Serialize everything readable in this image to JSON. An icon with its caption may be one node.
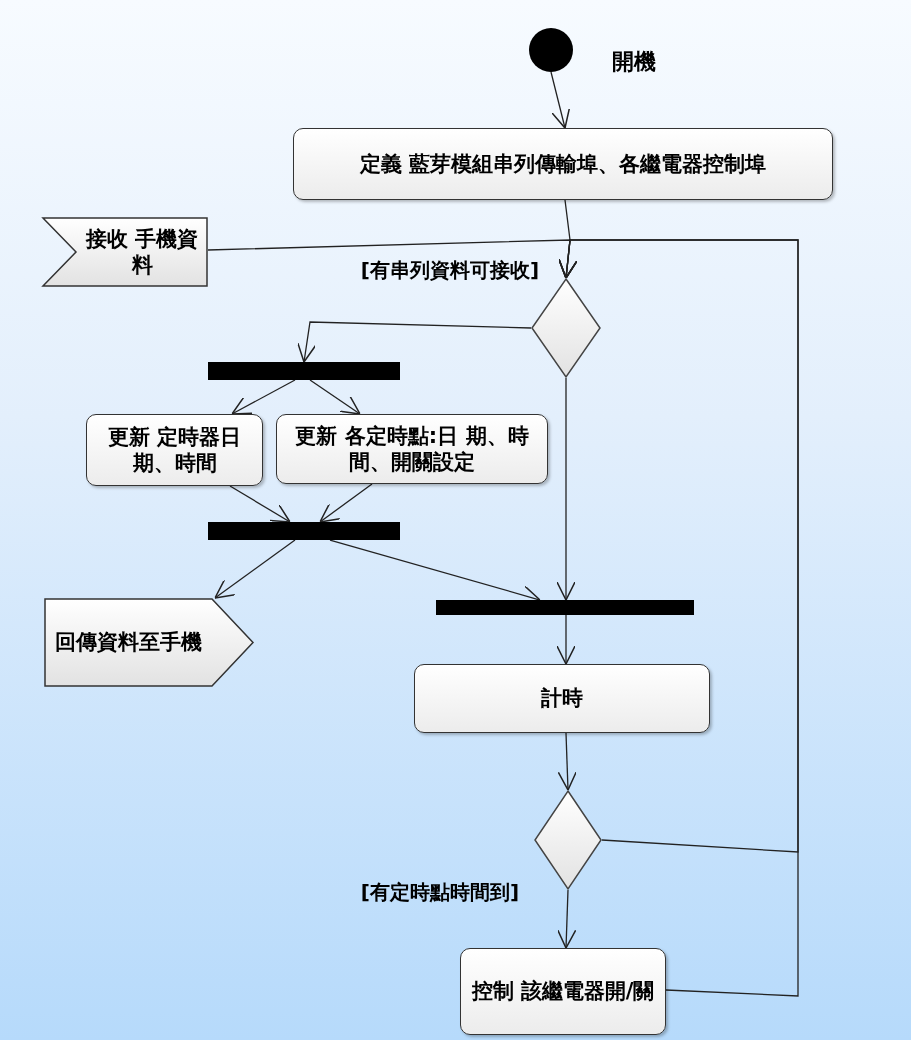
{
  "diagram": {
    "nodes": [
      {
        "text": [],
        "shape": "circle",
        "beside": [
          "開機"
        ]
      },
      {
        "text": [
          "定義 藍芽模組串列傳輸埠、各繼電器控制埠"
        ]
      },
      {
        "text": [
          "接收 手機資料"
        ]
      },
      {
        "text": [],
        "shape": "diamond"
      },
      {
        "text": [],
        "shape": "bar"
      },
      {
        "text": [
          "更新 定時器日期、時間"
        ]
      },
      {
        "text": [
          "更新 各定時點:日 期、時間、開關設定"
        ]
      },
      {
        "text": [],
        "shape": "bar"
      },
      {
        "text": [
          "回傳資料至手機"
        ]
      },
      {
        "text": [],
        "shape": "bar"
      },
      {
        "text": [
          "計時"
        ]
      },
      {
        "text": [],
        "shape": "diamond"
      },
      {
        "text": [
          "控制 該繼電器開/關"
        ]
      }
    ],
    "edges": [
      {
        "from": 0,
        "to": 1,
        "arrow": "to"
      },
      {
        "from": 1,
        "to": 3,
        "arrow": "to"
      },
      {
        "from": 2,
        "to": 3,
        "arrow": "to"
      },
      {
        "from": 3,
        "to": 4,
        "arrow": "to",
        "label": "[有串列資料可接收]"
      },
      {
        "from": 3,
        "to": 9,
        "arrow": "to"
      },
      {
        "from": 4,
        "to": 5,
        "arrow": "to"
      },
      {
        "from": 4,
        "to": 6,
        "arrow": "to"
      },
      {
        "from": 5,
        "to": 7,
        "arrow": "to"
      },
      {
        "from": 6,
        "to": 7,
        "arrow": "to"
      },
      {
        "from": 7,
        "to": 8,
        "arrow": "to"
      },
      {
        "from": 7,
        "to": 9,
        "arrow": "to"
      },
      {
        "from": 9,
        "to": 10,
        "arrow": "to"
      },
      {
        "from": 10,
        "to": 11,
        "arrow": "to"
      },
      {
        "from": 11,
        "to": 3,
        "arrow": "to"
      },
      {
        "from": 11,
        "to": 12,
        "arrow": "to",
        "label": "[有定時點時間到]"
      },
      {
        "from": 12,
        "to": 3,
        "arrow": "to"
      }
    ]
  }
}
